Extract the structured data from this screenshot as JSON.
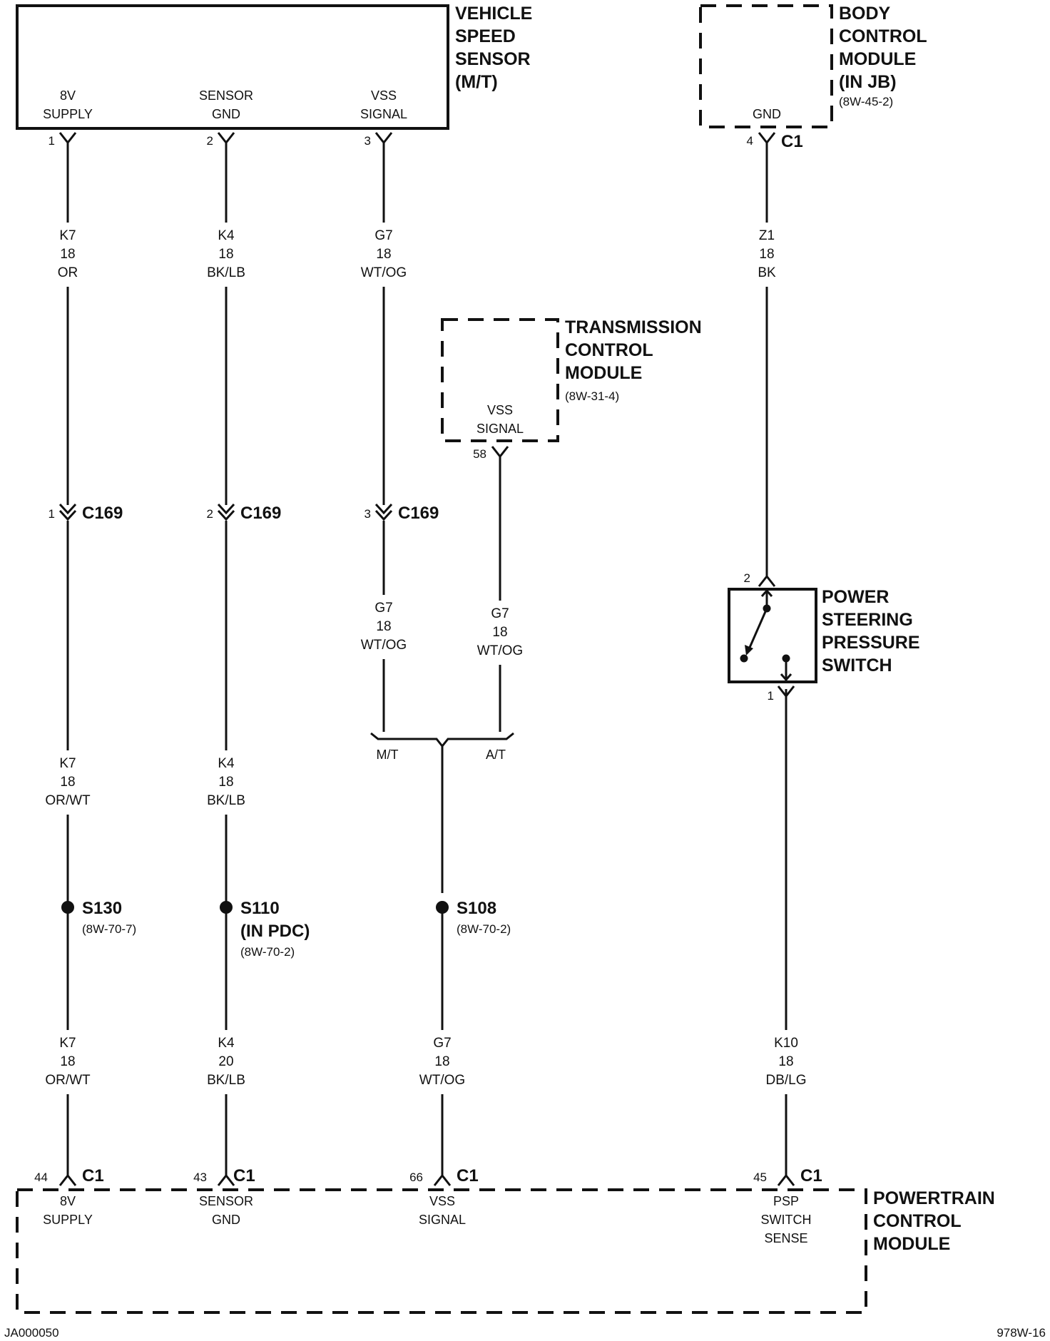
{
  "vss": {
    "title": [
      "VEHICLE",
      "SPEED",
      "SENSOR",
      "(M/T)"
    ],
    "pins": [
      {
        "label": [
          "8V",
          "SUPPLY"
        ],
        "num": "1"
      },
      {
        "label": [
          "SENSOR",
          "GND"
        ],
        "num": "2"
      },
      {
        "label": [
          "VSS",
          "SIGNAL"
        ],
        "num": "3"
      }
    ]
  },
  "bcm": {
    "title": [
      "BODY",
      "CONTROL",
      "MODULE",
      "(IN JB)"
    ],
    "ref": "(8W-45-2)",
    "pin_label": "GND",
    "pin_num": "4",
    "connector": "C1"
  },
  "tcm": {
    "title": [
      "TRANSMISSION",
      "CONTROL",
      "MODULE"
    ],
    "ref": "(8W-31-4)",
    "pin_label": [
      "VSS",
      "SIGNAL"
    ],
    "pin_num": "58"
  },
  "wires": {
    "k7_a": [
      "K7",
      "18",
      "OR"
    ],
    "k4_a": [
      "K4",
      "18",
      "BK/LB"
    ],
    "g7_a": [
      "G7",
      "18",
      "WT/OG"
    ],
    "z1": [
      "Z1",
      "18",
      "BK"
    ],
    "g7_b": [
      "G7",
      "18",
      "WT/OG"
    ],
    "g7_tcm": [
      "G7",
      "18",
      "WT/OG"
    ],
    "k7_b": [
      "K7",
      "18",
      "OR/WT"
    ],
    "k4_b": [
      "K4",
      "18",
      "BK/LB"
    ],
    "k7_c": [
      "K7",
      "18",
      "OR/WT"
    ],
    "k4_c": [
      "K4",
      "20",
      "BK/LB"
    ],
    "g7_c": [
      "G7",
      "18",
      "WT/OG"
    ],
    "k10": [
      "K10",
      "18",
      "DB/LG"
    ]
  },
  "c169": {
    "name": "C169",
    "pins": [
      "1",
      "2",
      "3"
    ]
  },
  "options": {
    "mt": "M/T",
    "at": "A/T"
  },
  "psp": {
    "title": [
      "POWER",
      "STEERING",
      "PRESSURE",
      "SWITCH"
    ],
    "pin_top": "2",
    "pin_bottom": "1"
  },
  "splices": [
    {
      "name": "S130",
      "ref": "(8W-70-7)"
    },
    {
      "name": "S110",
      "sub": "(IN PDC)",
      "ref": "(8W-70-2)"
    },
    {
      "name": "S108",
      "ref": "(8W-70-2)"
    }
  ],
  "pcm": {
    "title": [
      "POWERTRAIN",
      "CONTROL",
      "MODULE"
    ],
    "connector": "C1",
    "pins": [
      {
        "num": "44",
        "label": [
          "8V",
          "SUPPLY"
        ]
      },
      {
        "num": "43",
        "label": [
          "SENSOR",
          "GND"
        ]
      },
      {
        "num": "66",
        "label": [
          "VSS",
          "SIGNAL"
        ]
      },
      {
        "num": "45",
        "label": [
          "PSP",
          "SWITCH",
          "SENSE"
        ]
      }
    ]
  },
  "footer": {
    "left": "JA000050",
    "right": "978W-16"
  }
}
